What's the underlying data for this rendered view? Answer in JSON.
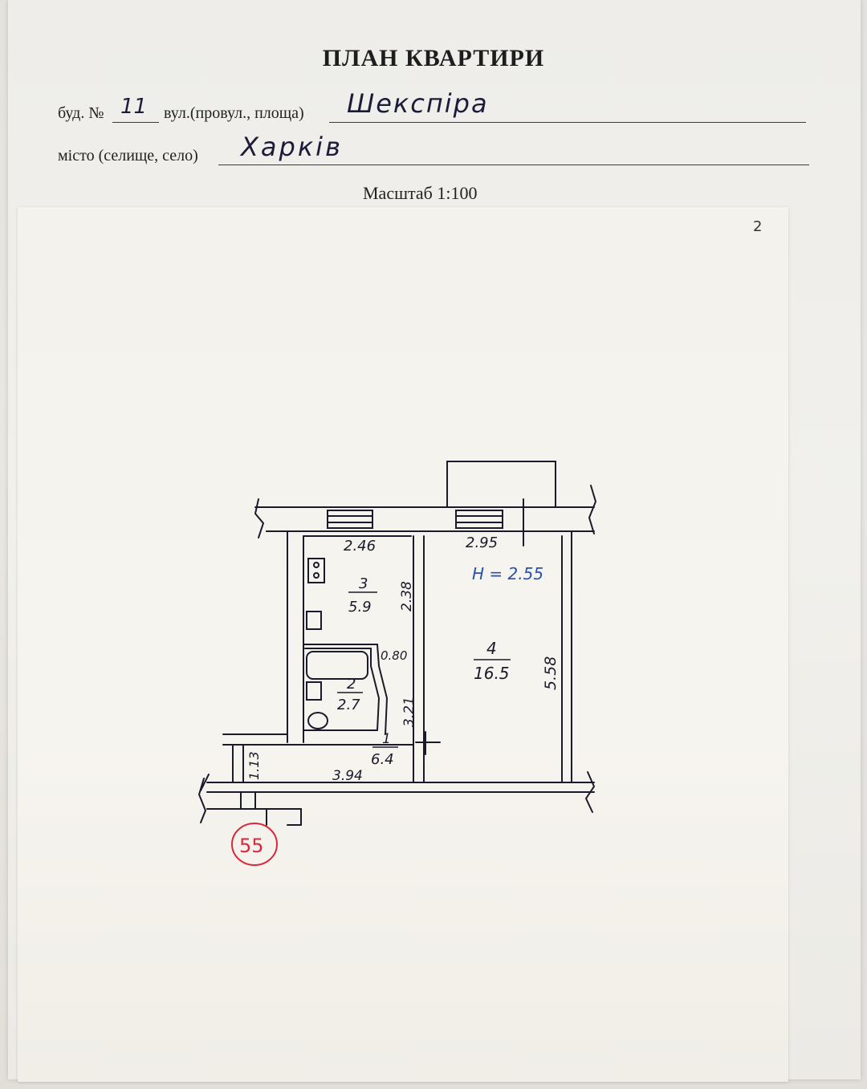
{
  "header": {
    "title": "ПЛАН КВАРТИРИ",
    "building_label": "буд. №",
    "building_no": "11",
    "street_label": "вул.(провул., площа)",
    "street": "Шекспіра",
    "city_label": "місто (селище, село)",
    "city": "Харків",
    "scale": "Масштаб 1:100"
  },
  "page_number": "2",
  "plan": {
    "height_note": "H = 2.55",
    "rooms": [
      {
        "no": "3",
        "area": "5.9"
      },
      {
        "no": "2",
        "area": "2.7"
      },
      {
        "no": "1",
        "area": "6.4"
      },
      {
        "no": "4",
        "area": "16.5"
      }
    ],
    "dimensions": {
      "kitchen_width": "2.46",
      "kitchen_depth": "2.38",
      "bath_gap": "0.80",
      "corridor_depth": "3.21",
      "corridor_length": "3.94",
      "entry_width": "1.13",
      "room_width": "2.95",
      "room_depth": "5.58"
    },
    "apartment_no": "55"
  },
  "colors": {
    "ink": "#1a1a2a",
    "blue_ink": "#2a4fb0",
    "stamp_red": "#d8283a"
  }
}
